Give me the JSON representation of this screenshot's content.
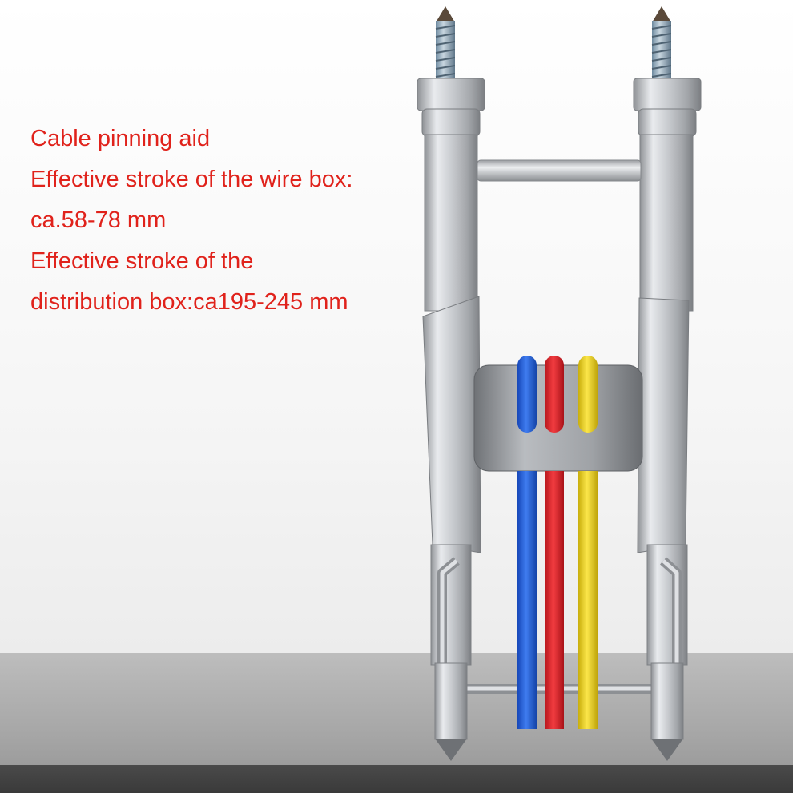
{
  "caption": {
    "lines": [
      "Cable pinning aid",
      "Effective stroke of the wire box:",
      "ca.58-78 mm",
      "Effective stroke of the",
      "distribution box:ca195-245 mm"
    ]
  },
  "colors": {
    "caption_text": "#e0221b",
    "cable_blue": "#1f5fe0",
    "cable_red": "#e8232a",
    "cable_yellow": "#f2d71c",
    "metal": "#c9ccd0",
    "floor": "#a9a9a9"
  },
  "image": {
    "subject": "cable-pinning-aid-tool-icon"
  }
}
